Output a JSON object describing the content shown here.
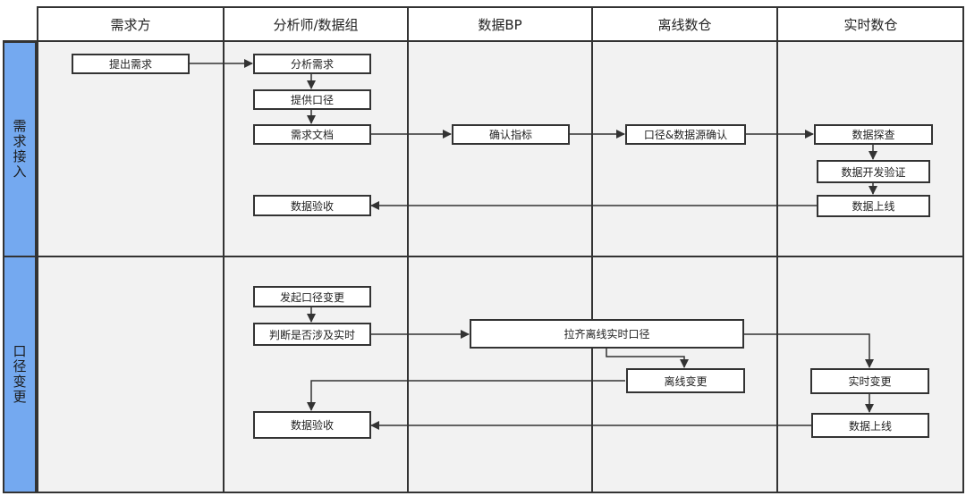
{
  "columns": [
    "需求方",
    "分析师/数据组",
    "数据BP",
    "离线数仓",
    "实时数仓"
  ],
  "lanes": [
    "需求接入",
    "口径变更"
  ],
  "nodes": {
    "n1": "提出需求",
    "n2": "分析需求",
    "n3": "提供口径",
    "n4": "需求文档",
    "n5": "确认指标",
    "n6": "口径&数据源确认",
    "n7": "数据探查",
    "n8": "数据开发验证",
    "n9": "数据上线",
    "n10": "数据验收",
    "n11": "发起口径变更",
    "n12": "判断是否涉及实时",
    "n13": "拉齐离线实时口径",
    "n14": "离线变更",
    "n15": "实时变更",
    "n16": "数据上线",
    "n17": "数据验收"
  }
}
